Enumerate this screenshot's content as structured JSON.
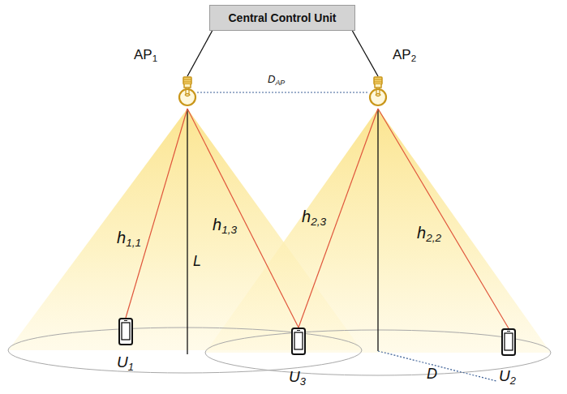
{
  "diagram": {
    "nodes": [
      {
        "text": [
          "Central Control Unit"
        ]
      },
      {
        "text": [
          "AP1"
        ]
      },
      {
        "text": [
          "AP2"
        ]
      },
      {
        "text": [
          "U1"
        ]
      },
      {
        "text": [
          "U3"
        ]
      },
      {
        "text": [
          "U2"
        ]
      }
    ],
    "edges": [
      {
        "from": 0,
        "to": 1,
        "arrow": "none"
      },
      {
        "from": 0,
        "to": 2,
        "arrow": "none"
      },
      {
        "from": 1,
        "to": 2,
        "label": "DAP",
        "arrow": "none"
      },
      {
        "from": 1,
        "to": 3,
        "label": "h1,1",
        "arrow": "none"
      },
      {
        "from": 1,
        "to": 4,
        "label": "h1,3",
        "arrow": "none"
      },
      {
        "from": 2,
        "to": 4,
        "label": "h2,3",
        "arrow": "none"
      },
      {
        "from": 2,
        "to": 5,
        "label": "h2,2",
        "arrow": "none"
      }
    ],
    "labels": [
      "L",
      "D"
    ]
  }
}
